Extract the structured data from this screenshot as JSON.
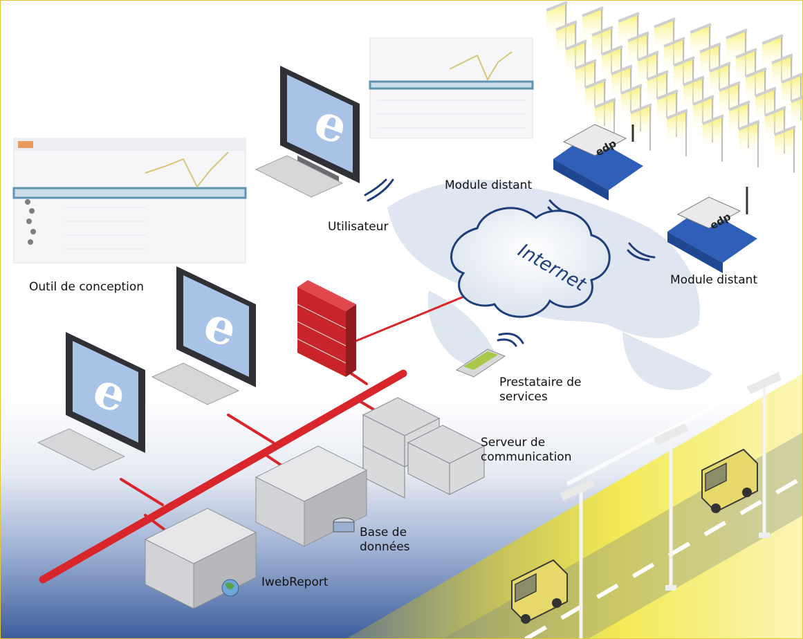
{
  "labels": {
    "user": "Utilisateur",
    "design_tool": "Outil de conception",
    "remote_module_1": "Module distant",
    "remote_module_2": "Module distant",
    "internet": "Internet",
    "service_provider": "Prestataire de services",
    "comm_server": "Serveur de communication",
    "database": "Base de données",
    "iwebreport": "IwebReport",
    "module_brand": "edp"
  },
  "colors": {
    "network_line": "#d8262c",
    "frame": "#e4c43a",
    "firewall": "#c8242b",
    "road_glow": "#f3e84e",
    "monitor_screen": "#a9c3e6",
    "module_body": "#2f5fb8"
  }
}
